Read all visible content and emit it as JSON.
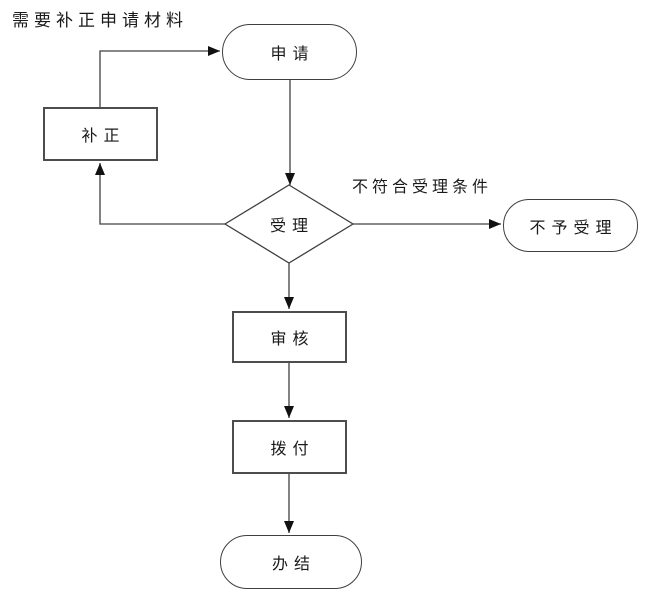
{
  "diagram": {
    "type": "flowchart",
    "note_label": "需要补正申请材料",
    "branch_label": "不符合受理条件",
    "nodes": {
      "apply": {
        "label": "申请",
        "shape": "stadium"
      },
      "supplement": {
        "label": "补正",
        "shape": "rect"
      },
      "accept": {
        "label": "受理",
        "shape": "diamond"
      },
      "reject": {
        "label": "不予受理",
        "shape": "stadium"
      },
      "review": {
        "label": "审核",
        "shape": "rect"
      },
      "disburse": {
        "label": "拨付",
        "shape": "rect"
      },
      "complete": {
        "label": "办结",
        "shape": "stadium"
      }
    },
    "edges": [
      {
        "from": "supplement",
        "to": "apply"
      },
      {
        "from": "apply",
        "to": "accept"
      },
      {
        "from": "accept",
        "to": "supplement",
        "meaning": "需要补正申请材料"
      },
      {
        "from": "accept",
        "to": "reject",
        "meaning": "不符合受理条件"
      },
      {
        "from": "accept",
        "to": "review"
      },
      {
        "from": "review",
        "to": "disburse"
      },
      {
        "from": "disburse",
        "to": "complete"
      }
    ],
    "colors": {
      "background": "#ffffff",
      "line": "#404040",
      "arrowhead": "#111111",
      "rect_border": "#4d4d4d",
      "stadium_border": "#3f3f3f",
      "text": "#1a1a1a"
    }
  }
}
